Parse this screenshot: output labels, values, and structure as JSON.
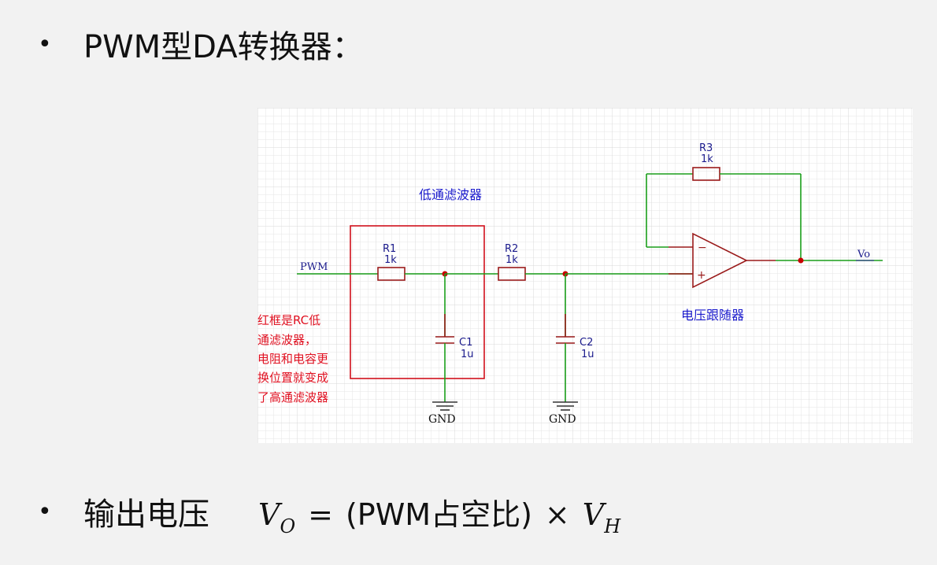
{
  "heading": {
    "bullet": "•",
    "text": "PWM型DA转换器："
  },
  "output": {
    "bullet": "•",
    "label": "输出电压",
    "formula": {
      "v": "V",
      "sub_o": "O",
      "equals": "=",
      "paren_content": "(PWM占空比)",
      "times": "×",
      "v2": "V",
      "sub_h": "H"
    }
  },
  "schematic": {
    "filter_title": "低通滤波器",
    "follower_title": "电压跟随器",
    "note_lines": [
      "红框是RC低",
      "通滤波器，",
      "电阻和电容更",
      "换位置就变成",
      "了高通滤波器"
    ],
    "components": {
      "r1": {
        "ref": "R1",
        "value": "1k"
      },
      "r2": {
        "ref": "R2",
        "value": "1k"
      },
      "r3": {
        "ref": "R3",
        "value": "1k"
      },
      "c1": {
        "ref": "C1",
        "value": "1u"
      },
      "c2": {
        "ref": "C2",
        "value": "1u"
      }
    },
    "nets": {
      "input": "PWM",
      "output": "Vo",
      "gnd1": "GND",
      "gnd2": "GND"
    },
    "opamp": {
      "minus": "−",
      "plus": "+"
    },
    "colors": {
      "wire": "#1a9e1a",
      "component": "#9a1a1a",
      "junction": "#c80000",
      "label": "#1a1a8c",
      "title": "#1a1acc",
      "note": "#e01020",
      "frame": "#d0101c"
    }
  }
}
